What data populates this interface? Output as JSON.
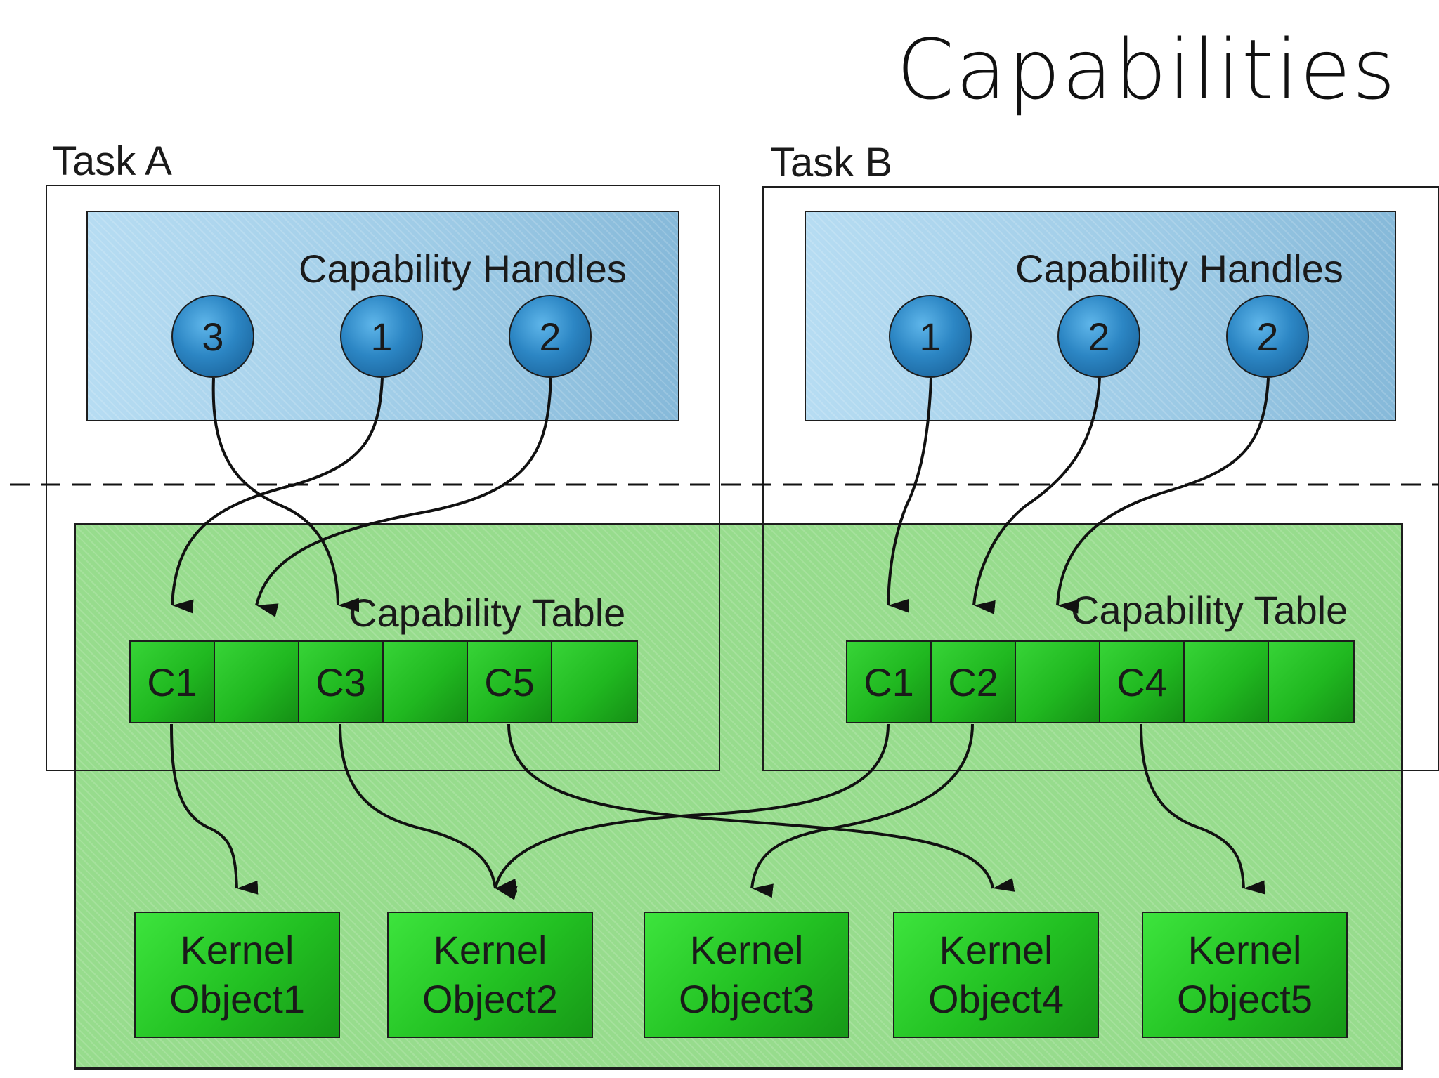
{
  "title": "Capabilities",
  "task_a": {
    "label": "Task A",
    "handles_caption": "Capability Handles",
    "handles": [
      "3",
      "1",
      "2"
    ],
    "table_caption": "Capability Table",
    "cells": [
      "C1",
      "",
      "C3",
      "",
      "C5",
      ""
    ]
  },
  "task_b": {
    "label": "Task B",
    "handles_caption": "Capability Handles",
    "handles": [
      "1",
      "2",
      "2"
    ],
    "table_caption": "Capability Table",
    "cells": [
      "C1",
      "C2",
      "",
      "C4",
      "",
      ""
    ]
  },
  "kernel_objects": [
    {
      "line1": "Kernel",
      "line2": "Object1"
    },
    {
      "line1": "Kernel",
      "line2": "Object2"
    },
    {
      "line1": "Kernel",
      "line2": "Object3"
    },
    {
      "line1": "Kernel",
      "line2": "Object4"
    },
    {
      "line1": "Kernel",
      "line2": "Object5"
    }
  ],
  "colors": {
    "handle_blue": "#2c86c4",
    "handles_panel": "#9fcbe6",
    "kernel_region": "#97dc8d",
    "cell_green": "#20b820"
  }
}
